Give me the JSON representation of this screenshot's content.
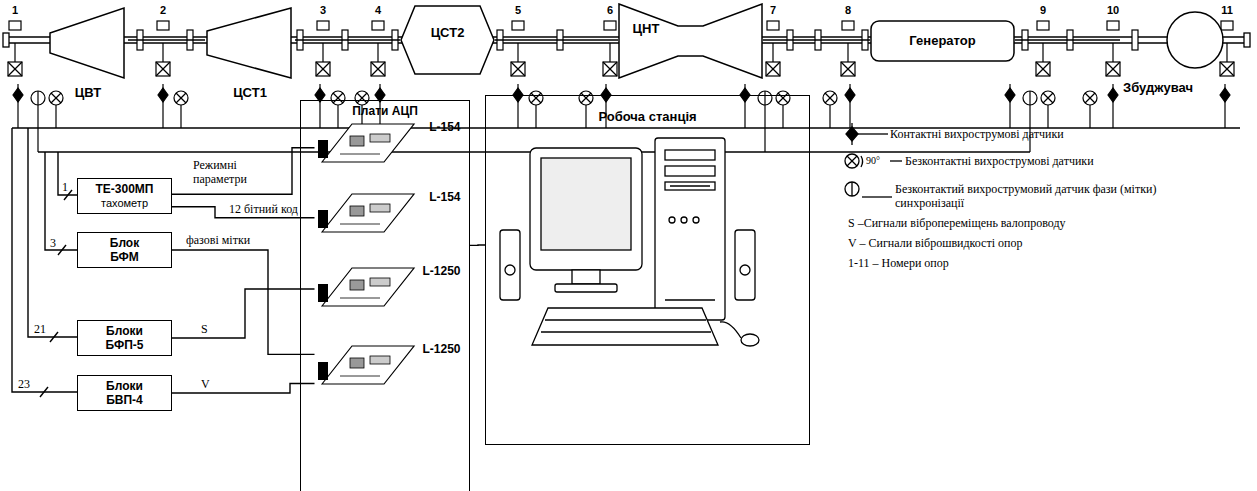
{
  "diagram": {
    "nodes": [
      {
        "text": [
          "ЦВТ"
        ]
      },
      {
        "text": [
          "ЦСТ1"
        ]
      },
      {
        "text": [
          "ЦСТ2"
        ]
      },
      {
        "text": [
          "ЦНТ"
        ]
      },
      {
        "text": [
          "Генератор"
        ]
      },
      {
        "text": [
          "Збуджувач"
        ]
      },
      {
        "text": [
          "ТЕ-300МП",
          "тахометр"
        ]
      },
      {
        "text": [
          "Блок БФМ"
        ]
      },
      {
        "text": [
          "Блоки БФП-5"
        ]
      },
      {
        "text": [
          "Блоки БВП-4"
        ]
      },
      {
        "text": [
          "Плати АЦП"
        ]
      },
      {
        "text": [
          "L-154"
        ],
        "in": 10
      },
      {
        "text": [
          "L-154"
        ],
        "in": 10
      },
      {
        "text": [
          "L-1250"
        ],
        "in": 10
      },
      {
        "text": [
          "L-1250"
        ],
        "in": 10
      },
      {
        "text": [
          "Робоча станція"
        ]
      }
    ],
    "edges": [
      {
        "from": 0,
        "to": 1,
        "arrow": "none"
      },
      {
        "from": 1,
        "to": 2,
        "arrow": "none"
      },
      {
        "from": 2,
        "to": 3,
        "arrow": "none"
      },
      {
        "from": 3,
        "to": 4,
        "arrow": "none"
      },
      {
        "from": 4,
        "to": 5,
        "arrow": "none"
      },
      {
        "from": 6,
        "to": 11,
        "label": "Режимні параметри",
        "arrow": "none"
      },
      {
        "from": 6,
        "to": 12,
        "label": "12 бітний код",
        "arrow": "none"
      },
      {
        "from": 7,
        "to": 14,
        "label": "фазові мітки",
        "arrow": "none"
      },
      {
        "from": 8,
        "to": 13,
        "label": "S",
        "arrow": "none"
      },
      {
        "from": 9,
        "to": 14,
        "label": "V",
        "arrow": "none"
      },
      {
        "from": 10,
        "to": 15,
        "arrow": "none"
      }
    ],
    "labels": [
      "1",
      "2",
      "3",
      "4",
      "5",
      "6",
      "7",
      "8",
      "9",
      "10",
      "11",
      "90°",
      "1",
      "3",
      "21",
      "23"
    ],
    "legend": [
      {
        "text": "Контактні вихрострумові датчики"
      },
      {
        "text": "Безконтактні вихрострумові датчики"
      },
      {
        "text": "Безконтактий вихрострумовий датчик фази (мітки) синхронізації"
      },
      {
        "text": "S –Сигнали вібропереміщень валопроводу"
      },
      {
        "text": "V – Сигнали віброшвидкості опор"
      },
      {
        "text": "1-11 – Номери опор"
      }
    ]
  }
}
